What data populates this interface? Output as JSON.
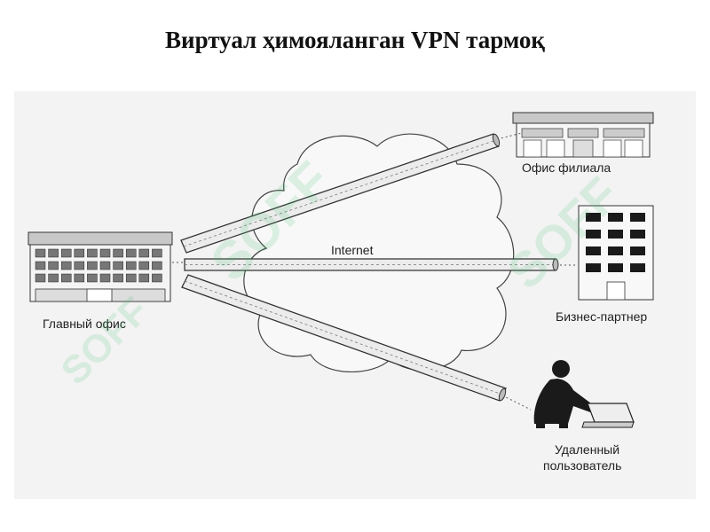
{
  "title": "Виртуал ҳимояланган VPN тармоқ",
  "network": {
    "cloud_label": "Internet"
  },
  "nodes": {
    "main_office": "Главный офис",
    "branch_office": "Офис филиала",
    "business_partner": "Бизнес-партнер",
    "remote_user_line1": "Удаленный",
    "remote_user_line2": "пользователь"
  },
  "watermark": {
    "text": "SOFF"
  },
  "colors": {
    "accent_watermark": "#3cbe6e",
    "panel_bg": "#f3f3f3",
    "line": "#333333"
  }
}
